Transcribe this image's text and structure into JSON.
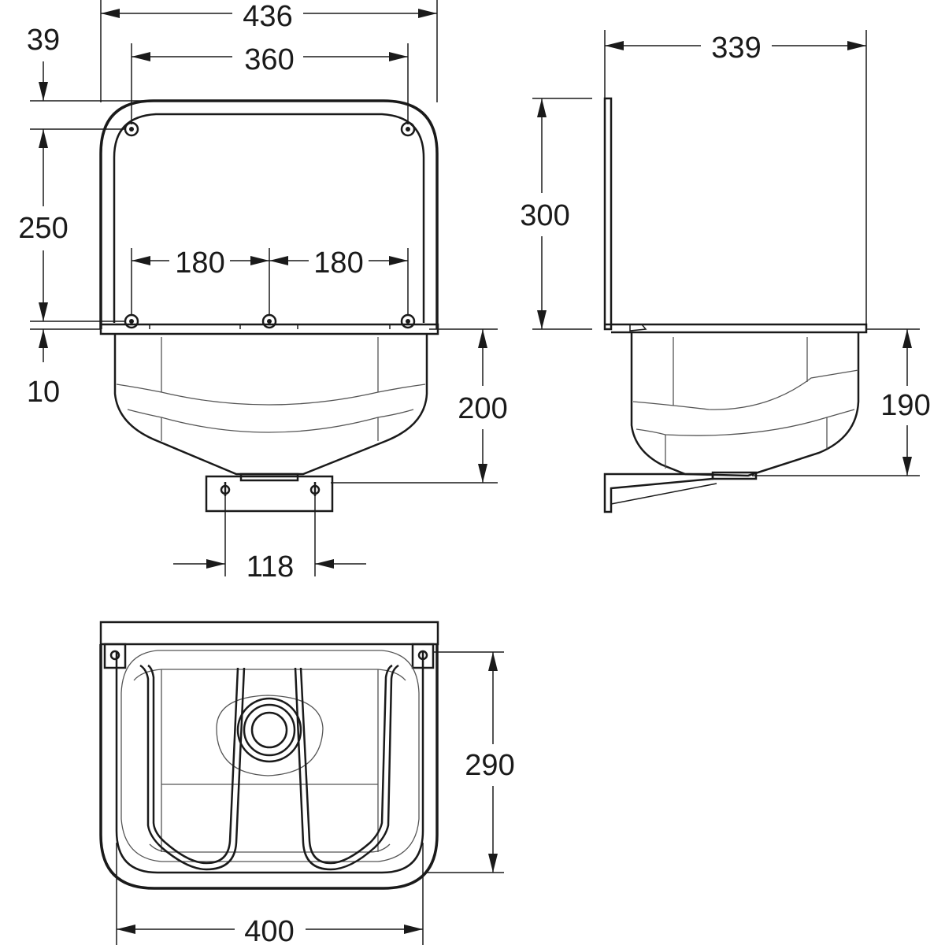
{
  "drawing": {
    "front_view": {
      "dim_overall_width": "436",
      "dim_backplate_width": "360",
      "dim_top_offset": "39",
      "dim_backplate_height": "250",
      "dim_spacing_left": "180",
      "dim_spacing_right": "180",
      "dim_rim": "10",
      "dim_bowl_height": "200",
      "dim_bracket_spacing": "118"
    },
    "side_view": {
      "dim_depth": "339",
      "dim_backplate_height": "300",
      "dim_bowl_height": "190"
    },
    "top_view": {
      "dim_width": "400",
      "dim_depth": "290"
    }
  }
}
